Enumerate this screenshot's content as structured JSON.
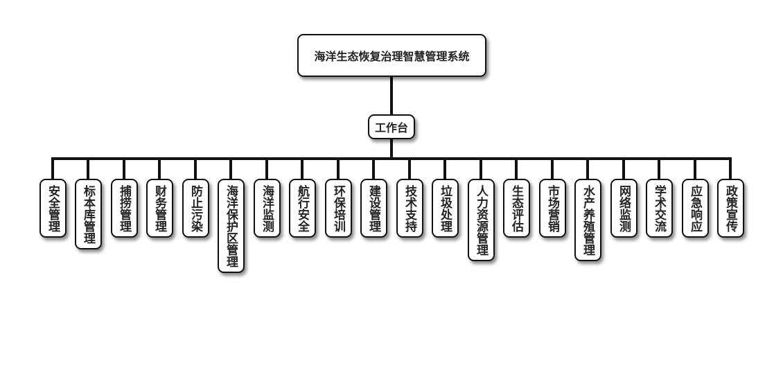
{
  "root": {
    "label": "海洋生态恢复治理智慧管理系统"
  },
  "hub": {
    "label": "工作台"
  },
  "modules": [
    {
      "label": "安全管理"
    },
    {
      "label": "标本库管理"
    },
    {
      "label": "捕捞管理"
    },
    {
      "label": "财务管理"
    },
    {
      "label": "防止污染"
    },
    {
      "label": "海洋保护区管理"
    },
    {
      "label": "海洋监测"
    },
    {
      "label": "航行安全"
    },
    {
      "label": "环保培训"
    },
    {
      "label": "建设管理"
    },
    {
      "label": "技术支持"
    },
    {
      "label": "垃圾处理"
    },
    {
      "label": "人力资源管理"
    },
    {
      "label": "生态评估"
    },
    {
      "label": "市场营销"
    },
    {
      "label": "水产养殖管理"
    },
    {
      "label": "网络监测"
    },
    {
      "label": "学术交流"
    },
    {
      "label": "应急响应"
    },
    {
      "label": "政策宣传"
    }
  ]
}
